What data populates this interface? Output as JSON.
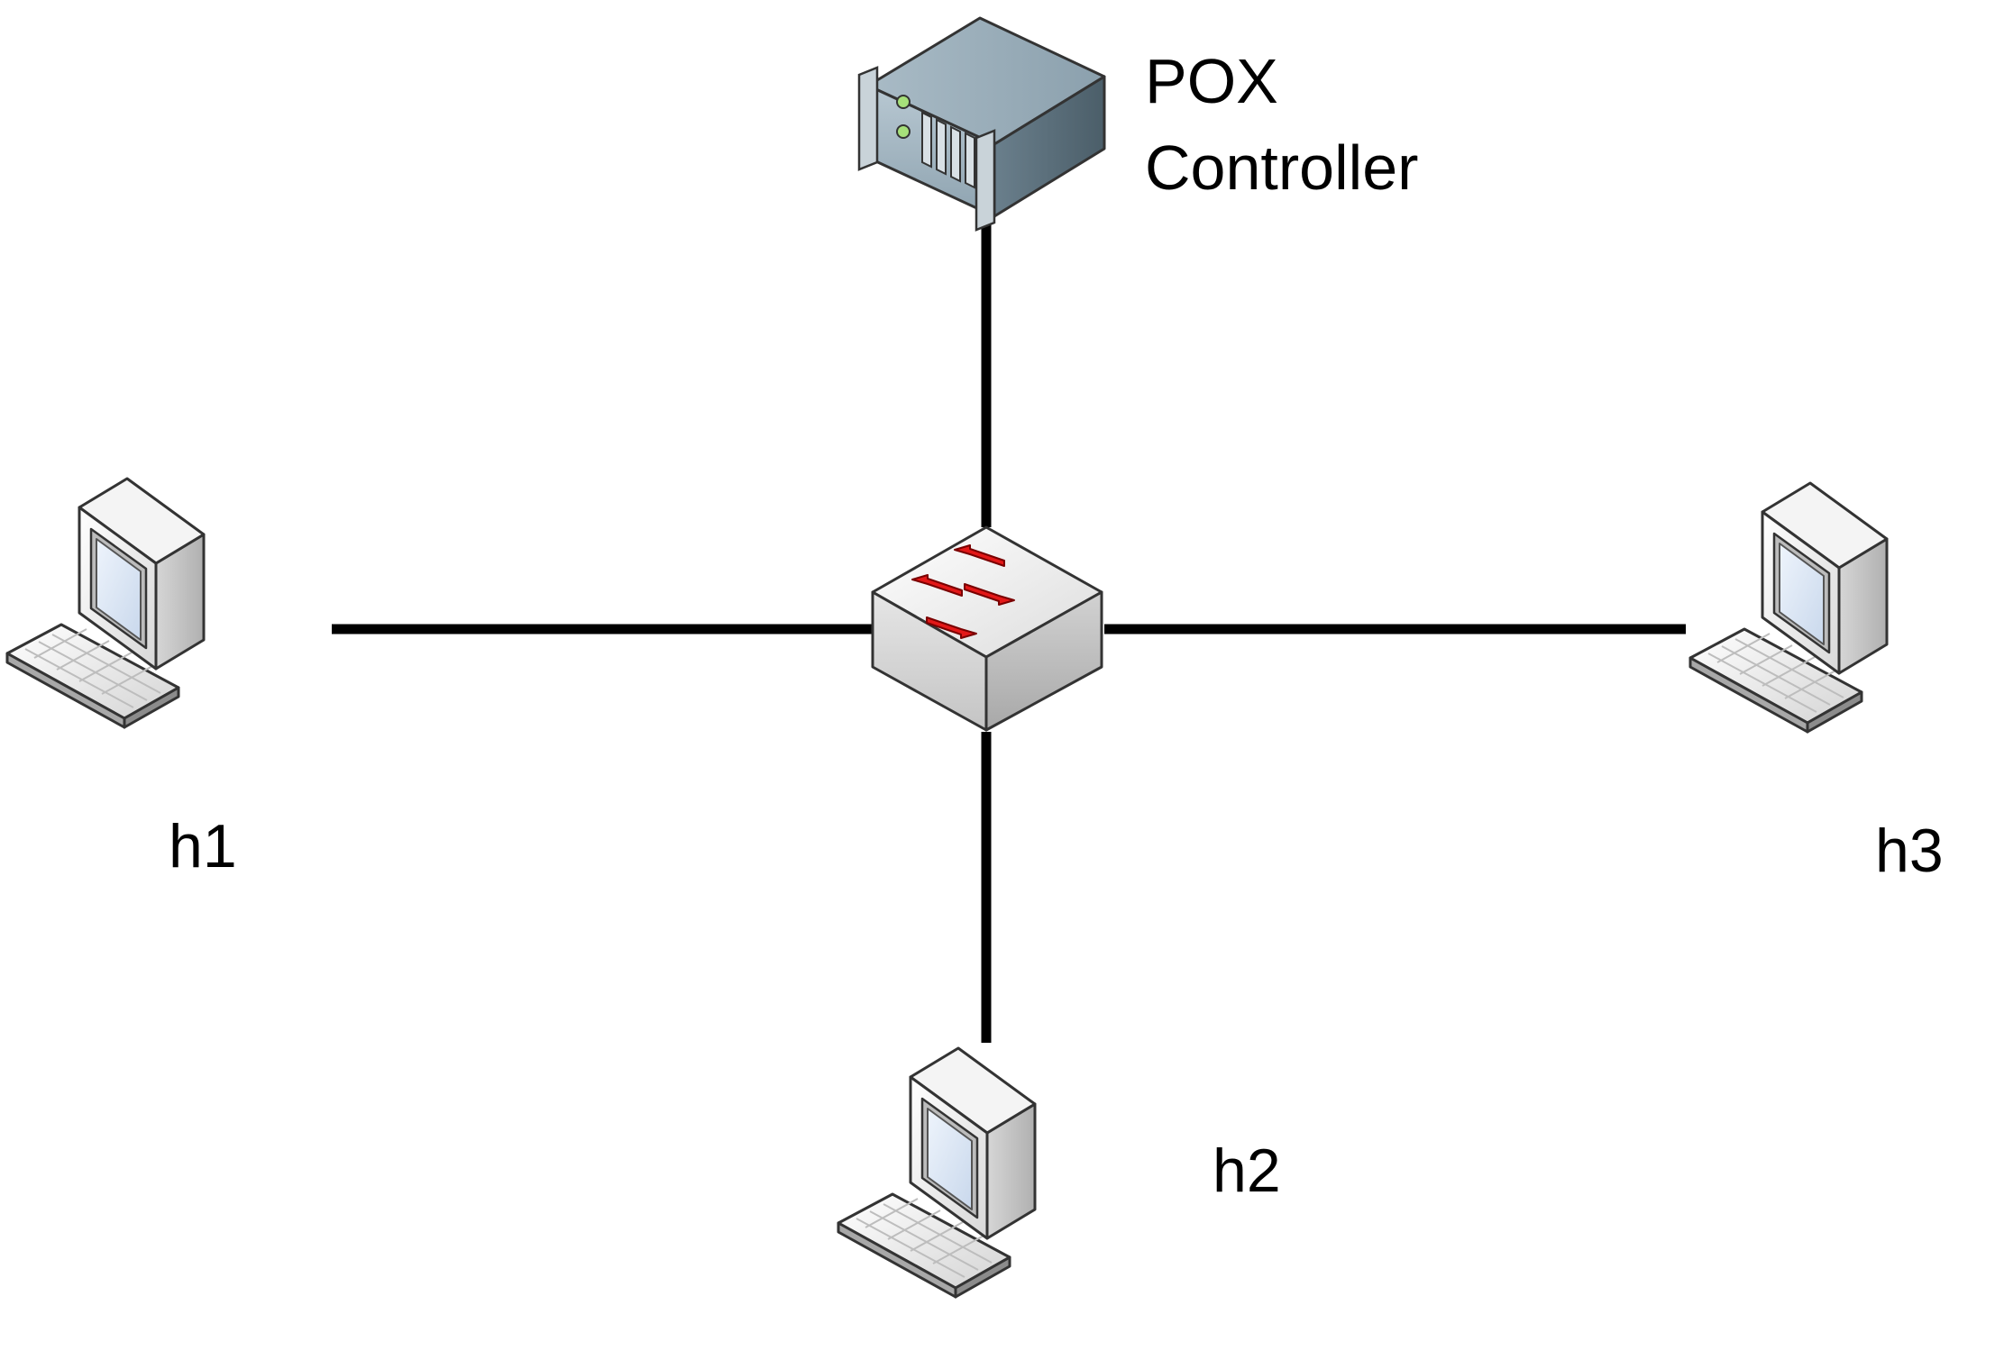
{
  "diagram": {
    "nodes": {
      "controller": {
        "label_line1": "POX",
        "label_line2": "Controller",
        "icon": "server-icon"
      },
      "switch": {
        "icon": "switch-icon"
      },
      "h1": {
        "label": "h1",
        "icon": "workstation-icon"
      },
      "h2": {
        "label": "h2",
        "icon": "workstation-icon"
      },
      "h3": {
        "label": "h3",
        "icon": "workstation-icon"
      }
    },
    "links": [
      {
        "from": "controller",
        "to": "switch"
      },
      {
        "from": "h1",
        "to": "switch"
      },
      {
        "from": "h2",
        "to": "switch"
      },
      {
        "from": "h3",
        "to": "switch"
      }
    ],
    "colors": {
      "link": "#000000",
      "arrow": "#e31818",
      "screen": "#dfe9f6",
      "server": "#7f96a6"
    }
  }
}
